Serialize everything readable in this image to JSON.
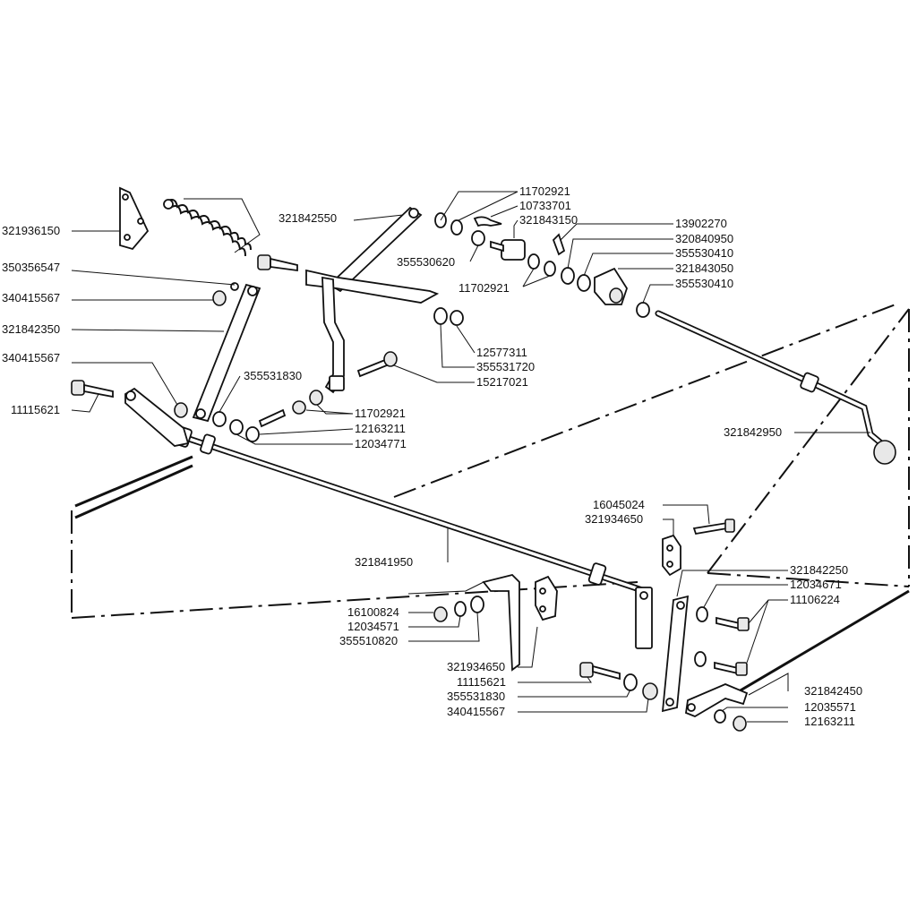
{
  "part_numbers": {
    "p01": "321936150",
    "p02": "350356547",
    "p03": "340415567",
    "p04": "321842350",
    "p05": "340415567",
    "p06": "11115621",
    "p07": "321842550",
    "p08": "355531830",
    "p09": "11702921",
    "p10": "10733701",
    "p11": "321843150",
    "p12": "355530620",
    "p13": "11702921",
    "p14": "13902270",
    "p15": "320840950",
    "p16": "355530410",
    "p17": "321843050",
    "p18": "355530410",
    "p19": "12577311",
    "p20": "355531720",
    "p21": "15217021",
    "p22": "11702921",
    "p23": "12163211",
    "p24": "12034771",
    "p25": "321842950",
    "p26": "16045024",
    "p27": "321934650",
    "p28": "321841950",
    "p29": "321842250",
    "p30": "12034671",
    "p31": "11106224",
    "p32": "16100824",
    "p33": "12034571",
    "p34": "355510820",
    "p35": "321934650",
    "p36": "11115621",
    "p37": "355531830",
    "p38": "340415567",
    "p39": "321842450",
    "p40": "12035571",
    "p41": "12163211"
  }
}
